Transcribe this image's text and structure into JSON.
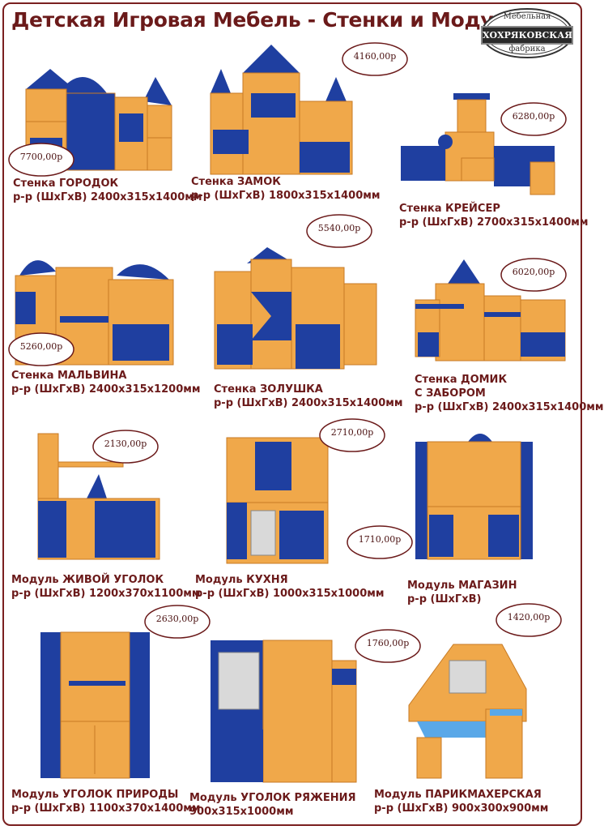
{
  "title": "Детская Игровая Мебель - Стенки и Модули",
  "logo": {
    "line1": "Мебельная",
    "line2": "ХОХРЯКОВСКАЯ",
    "line3": "фабрика"
  },
  "colors": {
    "blue": "#1f3fa0",
    "wood": "#f0a84a",
    "edge": "#c77a24",
    "title": "#6b1a1a"
  },
  "items": [
    {
      "name": "Стенка ГОРОДОК",
      "size": "р-р (ШхГхВ) 2400х315х1400мм",
      "price": "7700,00р"
    },
    {
      "name": "Стенка ЗАМОК",
      "size": "р-р (ШхГхВ) 1800х315х1400мм",
      "price": "4160,00р"
    },
    {
      "name": "Стенка КРЕЙСЕР",
      "size": "р-р (ШхГхВ) 2700х315х1400мм",
      "price": "6280,00р"
    },
    {
      "name": "Стенка МАЛЬВИНА",
      "size": "р-р (ШхГхВ) 2400х315х1200мм",
      "price": "5260,00р"
    },
    {
      "name": "Стенка ЗОЛУШКА",
      "size": "р-р (ШхГхВ) 2400х315х1400мм",
      "price": "5540,00р"
    },
    {
      "name": "Стенка ДОМИК",
      "name2": "С ЗАБОРОМ",
      "size": "р-р (ШхГхВ) 2400х315х1400мм",
      "price": "6020,00р"
    },
    {
      "name": "Модуль ЖИВОЙ УГОЛОК",
      "size": "р-р (ШхГхВ) 1200х370х1100мм",
      "price": "2130,00р"
    },
    {
      "name": "Модуль КУХНЯ",
      "size": "р-р (ШхГхВ) 1000х315х1000мм",
      "price": "2710,00р"
    },
    {
      "name": "Модуль МАГАЗИН",
      "size": "р-р (ШхГхВ)",
      "price": "1710,00р"
    },
    {
      "name": "Модуль УГОЛОК ПРИРОДЫ",
      "size": "р-р (ШхГхВ) 1100х370х1400мм",
      "price": "2630,00р"
    },
    {
      "name": "Модуль УГОЛОК РЯЖЕНИЯ",
      "size": "900х315х1000мм",
      "price": "1760,00р"
    },
    {
      "name": "Модуль ПАРИКМАХЕРСКАЯ",
      "size": "р-р (ШхГхВ) 900х300х900мм",
      "price": "1420,00р"
    }
  ]
}
